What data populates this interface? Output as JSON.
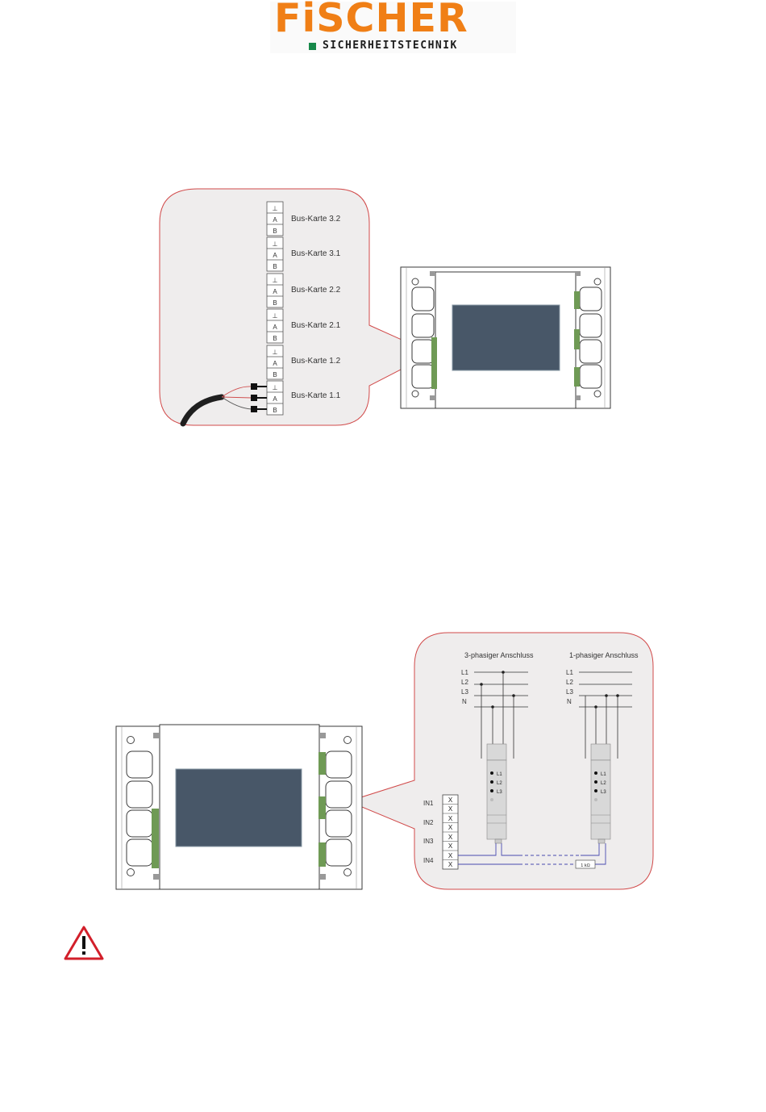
{
  "logo": {
    "title": "FiSCHER",
    "subtitle": "SICHERHEITSTECHNIK",
    "brand_color": "#f07f16",
    "accent_green": "#17894a"
  },
  "diagram1": {
    "bus_cards": [
      {
        "label": "Bus-Karte 3.2",
        "terminals": [
          "⊥",
          "A",
          "B"
        ]
      },
      {
        "label": "Bus-Karte 3.1",
        "terminals": [
          "⊥",
          "A",
          "B"
        ]
      },
      {
        "label": "Bus-Karte 2.2",
        "terminals": [
          "⊥",
          "A",
          "B"
        ]
      },
      {
        "label": "Bus-Karte 2.1",
        "terminals": [
          "⊥",
          "A",
          "B"
        ]
      },
      {
        "label": "Bus-Karte 1.2",
        "terminals": [
          "⊥",
          "A",
          "B"
        ]
      },
      {
        "label": "Bus-Karte 1.1",
        "terminals": [
          "⊥",
          "A",
          "B"
        ]
      }
    ]
  },
  "diagram2": {
    "three_phase_title": "3-phasiger Anschluss",
    "single_phase_title": "1-phasiger Anschluss",
    "phase_lines": [
      "L1",
      "L2",
      "L3",
      "N"
    ],
    "monitor_leds": [
      "L1",
      "L2",
      "L3"
    ],
    "inputs": [
      "IN1",
      "IN2",
      "IN3",
      "IN4"
    ],
    "terminal_mark": "X",
    "resistor_label": "1 kΩ"
  },
  "warning_icon": "warning-triangle-icon",
  "colors": {
    "screen": "#485768",
    "terminal_green": "#6f9a55",
    "callout_bg": "#efeded",
    "callout_border": "#d14a4a",
    "wire_blue": "#4a4bb0"
  }
}
